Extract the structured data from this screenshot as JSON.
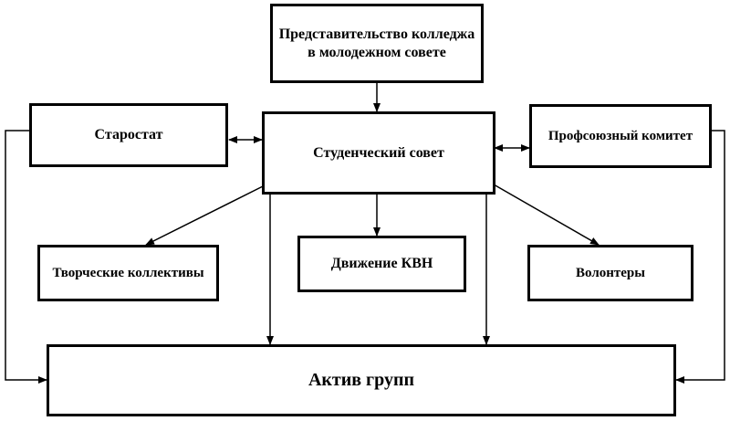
{
  "diagram": {
    "nodes": {
      "college": "Представительство колледжа в молодежном совете",
      "starostat": "Старостат",
      "student_council": "Студенческий совет",
      "trade_union": "Профсоюзный комитет",
      "creative": "Творческие коллективы",
      "kvn": "Движение КВН",
      "volunteers": "Волонтеры",
      "group_activists": "Актив групп"
    },
    "edges": [
      {
        "from": "college",
        "to": "student_council",
        "arrow": "end"
      },
      {
        "from": "starostat",
        "to": "student_council",
        "arrow": "both"
      },
      {
        "from": "student_council",
        "to": "trade_union",
        "arrow": "both"
      },
      {
        "from": "student_council",
        "to": "creative",
        "arrow": "end"
      },
      {
        "from": "student_council",
        "to": "kvn",
        "arrow": "end"
      },
      {
        "from": "student_council",
        "to": "volunteers",
        "arrow": "end"
      },
      {
        "from": "student_council",
        "to": "group_activists",
        "arrow": "end"
      },
      {
        "from": "student_council",
        "to": "group_activists",
        "arrow": "end"
      },
      {
        "from": "starostat",
        "to": "group_activists",
        "arrow": "end"
      },
      {
        "from": "trade_union",
        "to": "group_activists",
        "arrow": "end"
      }
    ],
    "colors": {
      "stroke": "#000000",
      "fill": "#ffffff"
    }
  }
}
